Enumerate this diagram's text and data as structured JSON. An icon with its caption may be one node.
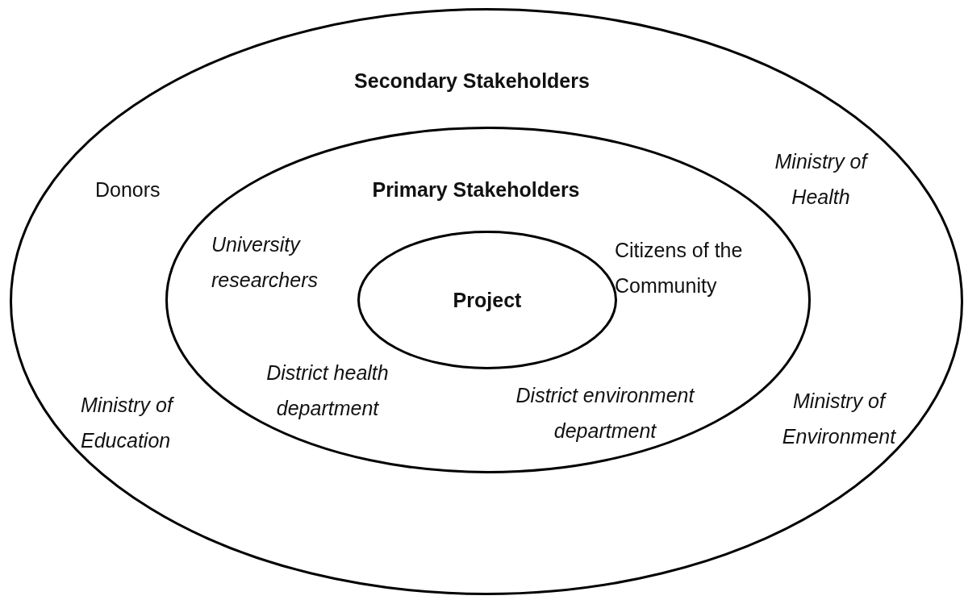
{
  "diagram": {
    "nodes": [
      {
        "text": [
          "Secondary Stakeholders",
          "Donors",
          "Ministry of Health",
          "Ministry of Education",
          "Ministry of Environment"
        ]
      },
      {
        "text": [
          "Primary Stakeholders",
          "University researchers",
          "Citizens of the Community",
          "District health department",
          "District environment department"
        ],
        "in": 0
      },
      {
        "text": [
          "Project"
        ],
        "in": 1
      }
    ]
  }
}
